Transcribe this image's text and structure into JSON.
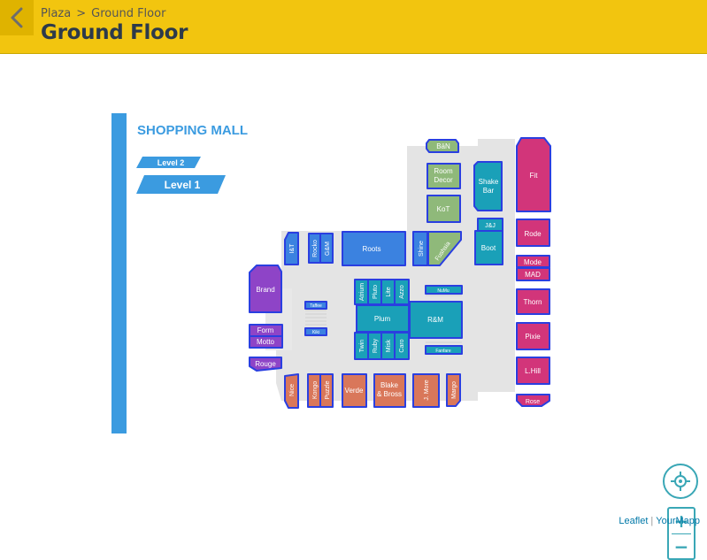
{
  "header": {
    "back_icon": "chevron-left-icon",
    "breadcrumb": [
      "Plaza",
      "Ground Floor"
    ],
    "breadcrumb_separator": ">",
    "title": "Ground Floor",
    "color": "#f2c50f"
  },
  "map": {
    "mall_title": "SHOPPING MALL",
    "levels": [
      {
        "label": "Level 2",
        "selected": false
      },
      {
        "label": "Level 1",
        "selected": true
      }
    ],
    "colors": {
      "accent": "#3b9be0",
      "purple": "#8e44c7",
      "green": "#8fb97a",
      "teal": "#1aa0b8",
      "blue": "#3b82e0",
      "orange": "#d9775a",
      "magenta": "#d2357a",
      "outline": "#2a3fe0",
      "floor": "#e4e4e4"
    },
    "stores": {
      "ban": "BāN",
      "room_decor_1": "Room",
      "room_decor_2": "Decor",
      "kot": "KoT",
      "shake_bar_1": "Shake",
      "shake_bar_2": "Bar",
      "fit": "Fit",
      "jj": "J&J",
      "boot": "Boot",
      "rode": "Rode",
      "mode": "Mode",
      "mad": "MAD",
      "thorn": "Thorn",
      "pixie": "Pixie",
      "lhill": "L.Hill",
      "rose": "Rose",
      "it": "I&T",
      "rocko": "Rocko",
      "gbm": "G&M",
      "roots": "Roots",
      "shine": "Shine",
      "fushsia": "Fushsia",
      "brand": "Brand",
      "form": "Form",
      "motto": "Motto",
      "rouge": "Rouge",
      "atrium": "Atrium",
      "pluto": "Pluto",
      "lite": "Lite",
      "azzo": "Azzo",
      "numu": "NuMu",
      "plum": "Plum",
      "rm": "R&M",
      "twin": "Twin",
      "ruby": "Ruby",
      "misk": "Misk",
      "caro": "Caro",
      "fanfare": "Fanfare",
      "taffee": "Taffee",
      "kiki": "Kiki",
      "nice": "Nice",
      "kongo": "Kongo",
      "puzzle": "Puzzle",
      "verde": "Verde",
      "blake_1": "Blake",
      "blake_2": "& Bross",
      "jmore": "J. More",
      "margo": "Margo"
    }
  },
  "controls": {
    "locate_icon": "crosshair-icon",
    "zoom_in": "+",
    "zoom_out": "−"
  },
  "attribution": {
    "leaflet": "Leaflet",
    "separator": "|",
    "provider": "YourMapp"
  }
}
